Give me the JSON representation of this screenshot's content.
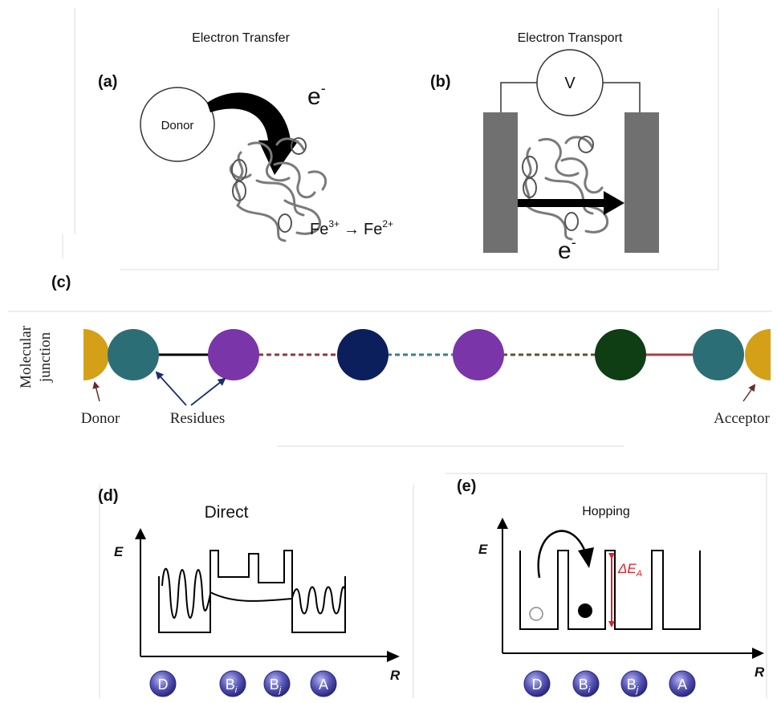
{
  "panel_a": {
    "label": "(a)",
    "title": "Electron Transfer",
    "donor": "Donor",
    "electron": "e",
    "electron_sup": "-",
    "reaction": {
      "left_base": "Fe",
      "left_sup": "3+",
      "arrow": "→",
      "right_base": "Fe",
      "right_sup": "2+"
    }
  },
  "panel_b": {
    "label": "(b)",
    "title": "Electron Transport",
    "voltmeter": "V",
    "electron": "e",
    "electron_sup": "-"
  },
  "panel_c": {
    "label": "(c)",
    "side_label_1": "Molecular",
    "side_label_2": "junction",
    "donor": "Donor",
    "residues": "Residues",
    "acceptor": "Acceptor",
    "colors": {
      "gold": "#d4a017",
      "teal": "#2c6e76",
      "purple": "#7a35a8",
      "navy": "#0b1f5c",
      "dark_green": "#0f3d14",
      "red_dash": "#8b3a3a",
      "teal_dash": "#3b7d8a",
      "olive_dash": "#5c5330",
      "red_line": "#a64040"
    }
  },
  "panel_d": {
    "label": "(d)",
    "title": "Direct",
    "y_axis": "E",
    "x_axis": "R",
    "sites": [
      {
        "base": "D",
        "sub": ""
      },
      {
        "base": "B",
        "sub": "i"
      },
      {
        "base": "B",
        "sub": "j"
      },
      {
        "base": "A",
        "sub": ""
      }
    ]
  },
  "panel_e": {
    "label": "(e)",
    "title": "Hopping",
    "y_axis": "E",
    "x_axis": "R",
    "barrier_base": "ΔE",
    "barrier_sub": "A",
    "sites": [
      {
        "base": "D",
        "sub": ""
      },
      {
        "base": "B",
        "sub": "i"
      },
      {
        "base": "B",
        "sub": "j"
      },
      {
        "base": "A",
        "sub": ""
      }
    ]
  }
}
